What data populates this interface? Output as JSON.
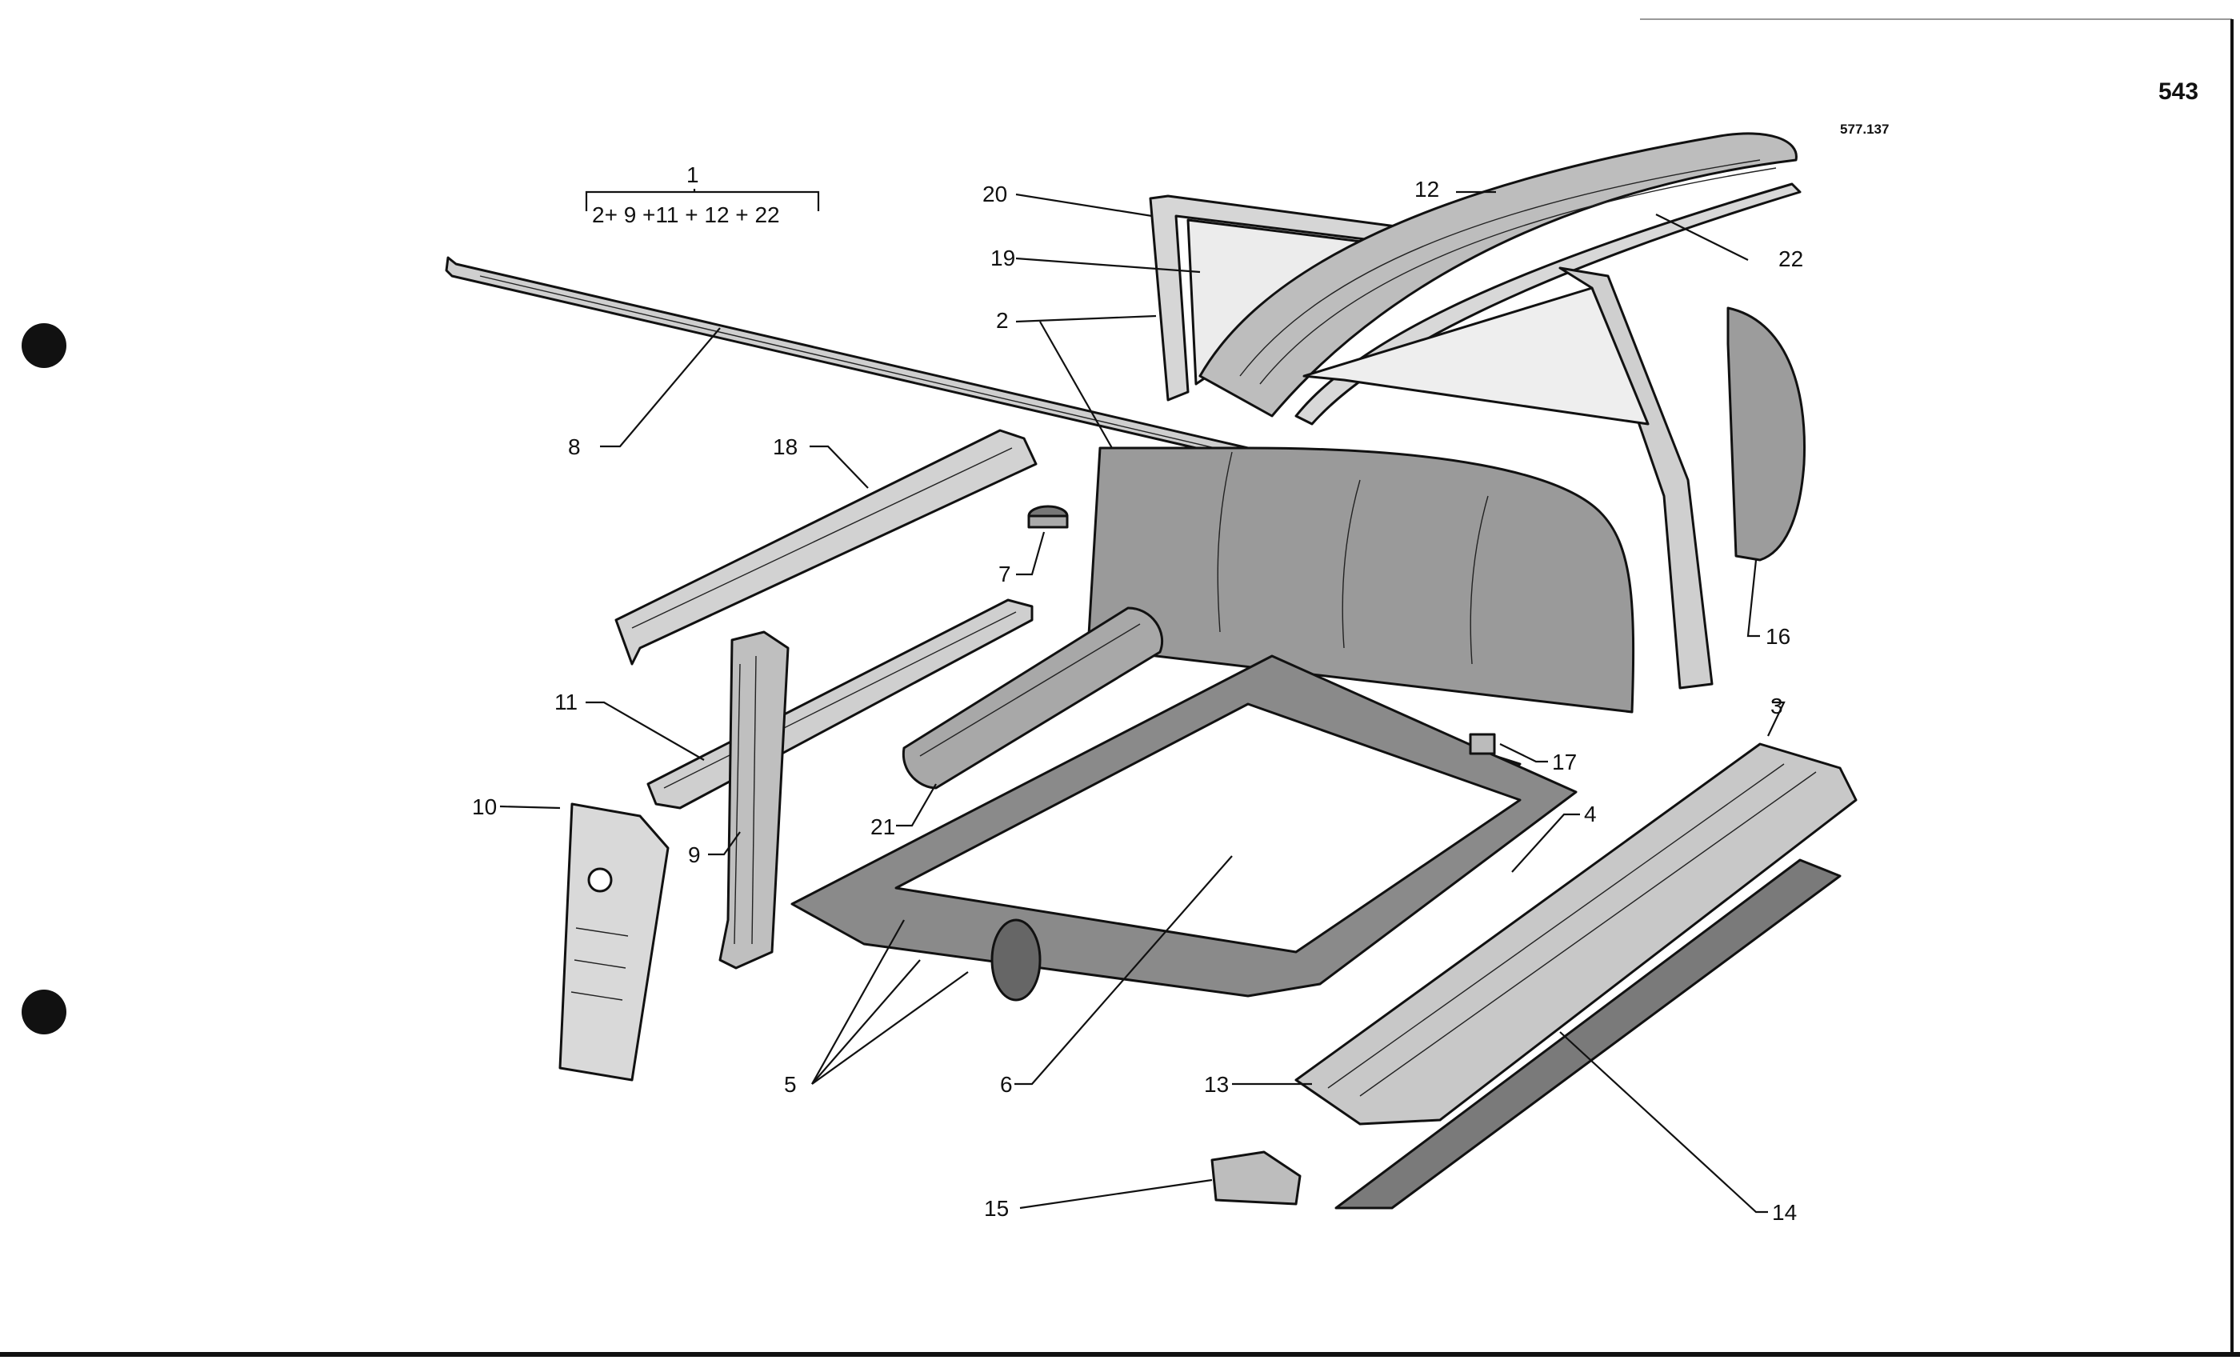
{
  "page_number": "543",
  "reference_code": "577.137",
  "assembly_formula": {
    "label": "1",
    "parts": "2+ 9 +11 + 12 + 22"
  },
  "callouts": [
    {
      "id": "c1",
      "label": "2"
    },
    {
      "id": "c2",
      "label": "2"
    },
    {
      "id": "c3",
      "label": "3"
    },
    {
      "id": "c4",
      "label": "4"
    },
    {
      "id": "c5",
      "label": "5"
    },
    {
      "id": "c6",
      "label": "6"
    },
    {
      "id": "c7",
      "label": "7"
    },
    {
      "id": "c8",
      "label": "8"
    },
    {
      "id": "c9",
      "label": "9"
    },
    {
      "id": "c10",
      "label": "10"
    },
    {
      "id": "c11",
      "label": "11"
    },
    {
      "id": "c12",
      "label": "12"
    },
    {
      "id": "c13",
      "label": "13"
    },
    {
      "id": "c14",
      "label": "14"
    },
    {
      "id": "c15",
      "label": "15"
    },
    {
      "id": "c16",
      "label": "16"
    },
    {
      "id": "c17",
      "label": "17"
    },
    {
      "id": "c18",
      "label": "18"
    },
    {
      "id": "c19",
      "label": "19"
    },
    {
      "id": "c20",
      "label": "20"
    },
    {
      "id": "c21",
      "label": "21"
    },
    {
      "id": "c22",
      "label": "22"
    }
  ]
}
